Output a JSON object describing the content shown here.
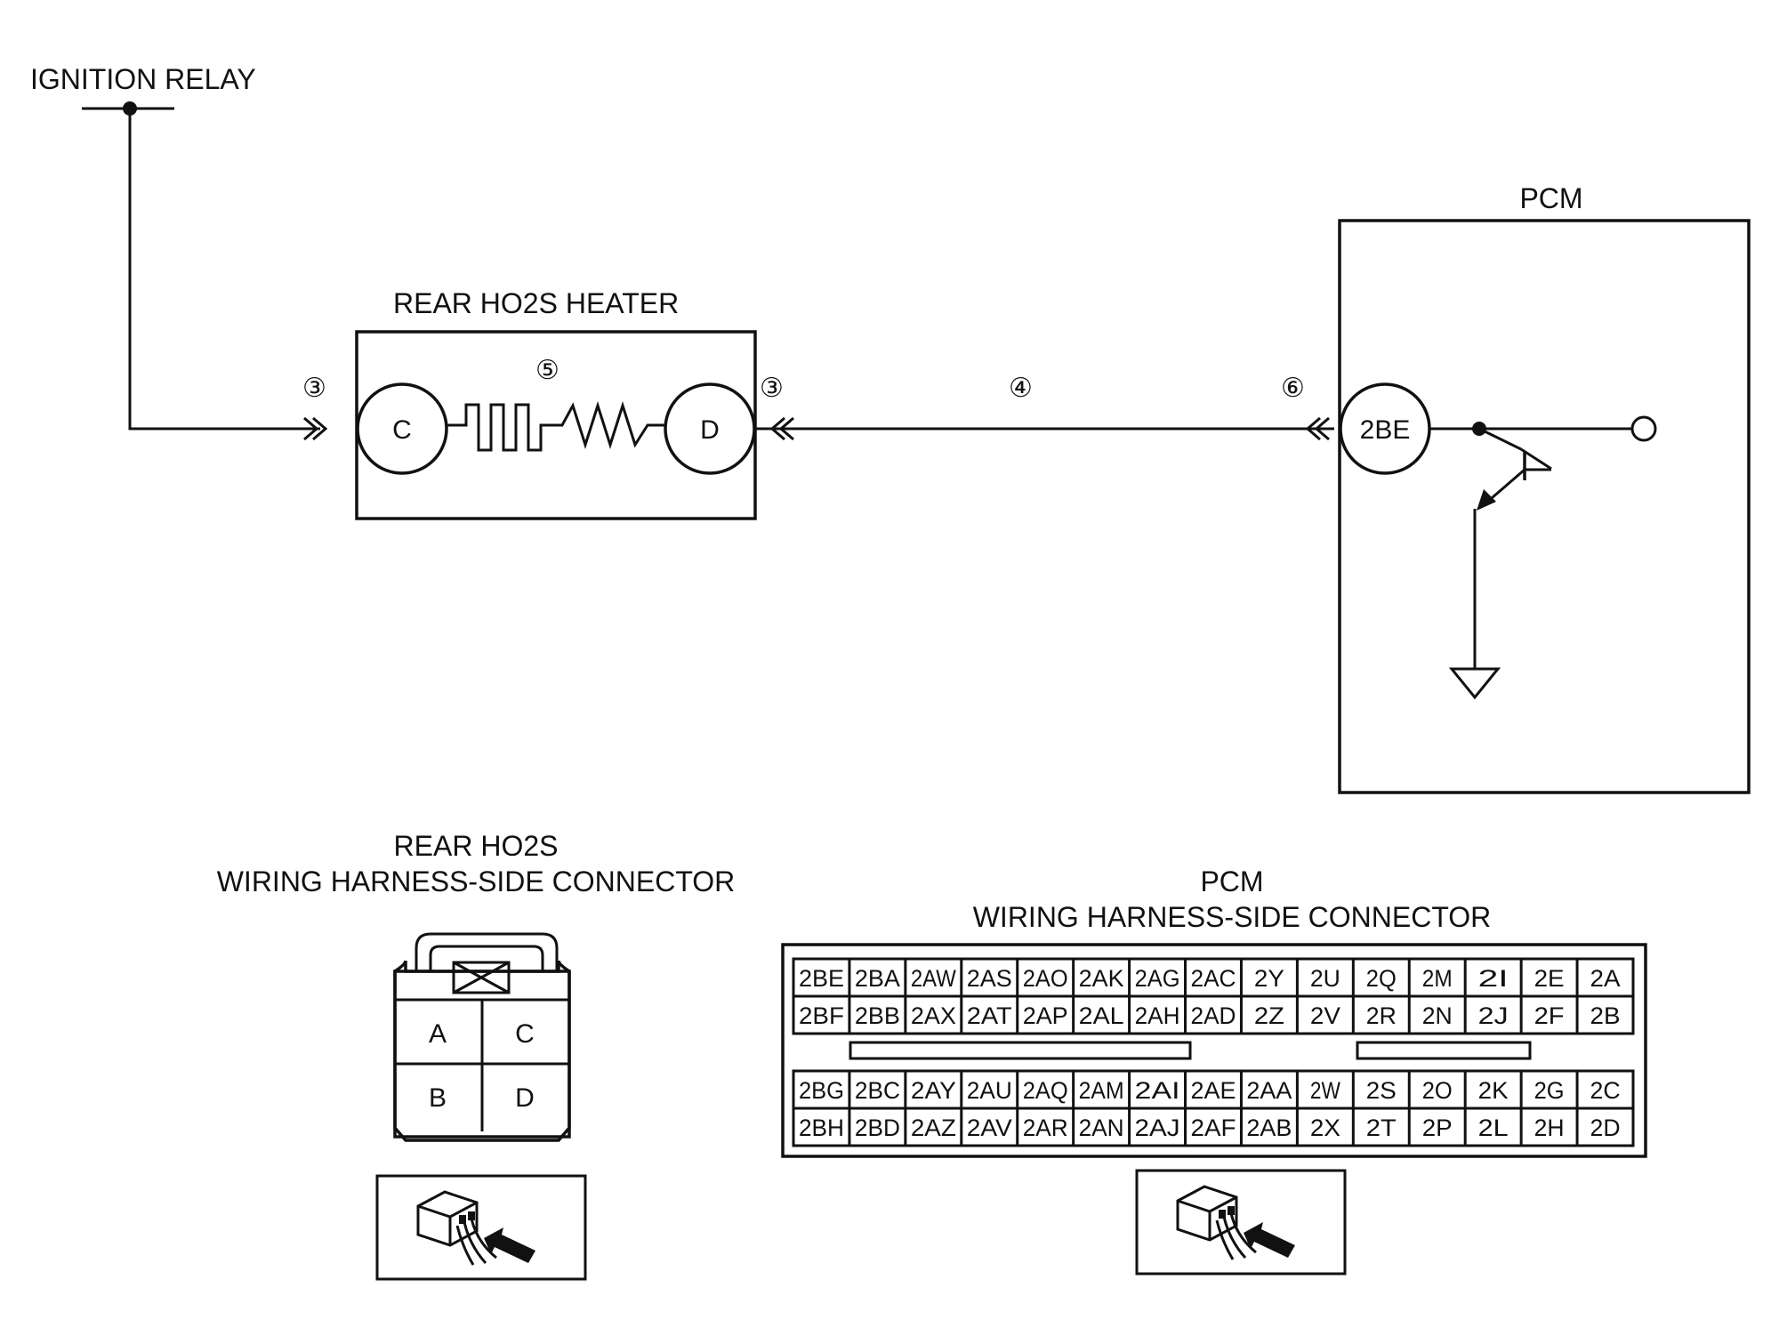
{
  "labels": {
    "ignition_relay": "IGNITION RELAY",
    "heater": "REAR HO2S HEATER",
    "pcm": "PCM",
    "ho2s_conn_line1": "REAR HO2S",
    "ho2s_conn_line2": "WIRING HARNESS-SIDE CONNECTOR",
    "pcm_conn_line1": "PCM",
    "pcm_conn_line2": "WIRING HARNESS-SIDE CONNECTOR"
  },
  "callouts": {
    "connector_left": "③",
    "connector_right": "③",
    "heater_element": "⑤",
    "harness": "④",
    "pcm_connector": "⑥"
  },
  "pins": {
    "heater_c": "C",
    "heater_d": "D",
    "pcm_2be": "2BE"
  },
  "ho2s_connector": {
    "cells": [
      "A",
      "C",
      "B",
      "D"
    ]
  },
  "pcm_connector": {
    "upper": [
      [
        "2BE",
        "2BA",
        "2AW",
        "2AS",
        "2AO",
        "2AK",
        "2AG",
        "2AC",
        "2Y",
        "2U",
        "2Q",
        "2M",
        "2I",
        "2E",
        "2A"
      ],
      [
        "2BF",
        "2BB",
        "2AX",
        "2AT",
        "2AP",
        "2AL",
        "2AH",
        "2AD",
        "2Z",
        "2V",
        "2R",
        "2N",
        "2J",
        "2F",
        "2B"
      ]
    ],
    "lower": [
      [
        "2BG",
        "2BC",
        "2AY",
        "2AU",
        "2AQ",
        "2AM",
        "2AI",
        "2AE",
        "2AA",
        "2W",
        "2S",
        "2O",
        "2K",
        "2G",
        "2C"
      ],
      [
        "2BH",
        "2BD",
        "2AZ",
        "2AV",
        "2AR",
        "2AN",
        "2AJ",
        "2AF",
        "2AB",
        "2X",
        "2T",
        "2P",
        "2L",
        "2H",
        "2D"
      ]
    ]
  }
}
